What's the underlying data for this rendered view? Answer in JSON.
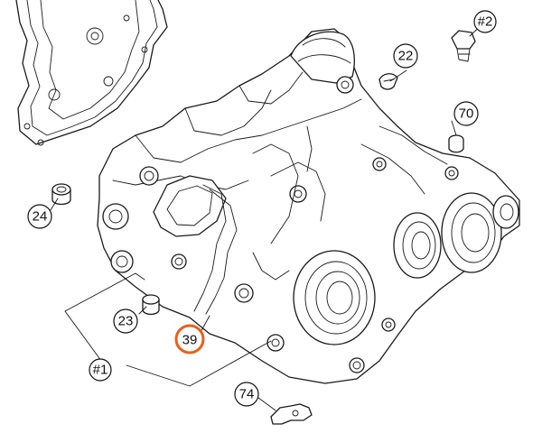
{
  "diagram": {
    "highlight_color": "#e8601c",
    "callouts": [
      {
        "id": "c-2",
        "label": "#2"
      },
      {
        "id": "c-22",
        "label": "22"
      },
      {
        "id": "c-70",
        "label": "70"
      },
      {
        "id": "c-24",
        "label": "24"
      },
      {
        "id": "c-23",
        "label": "23"
      },
      {
        "id": "c-39",
        "label": "39",
        "highlighted": true
      },
      {
        "id": "c-1",
        "label": "#1"
      },
      {
        "id": "c-74",
        "label": "74"
      }
    ]
  }
}
